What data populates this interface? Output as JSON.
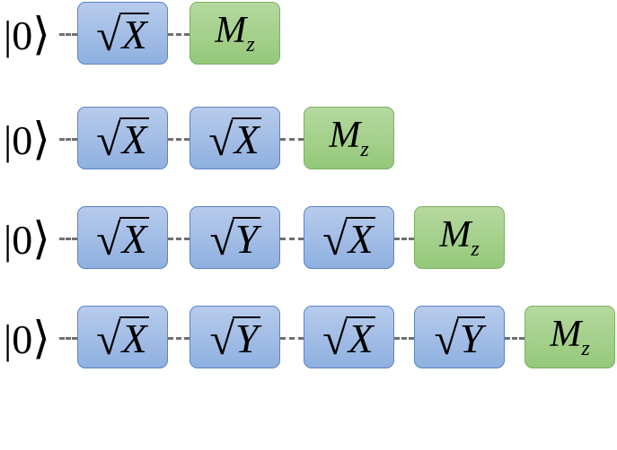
{
  "ket": {
    "open": "|",
    "content": "0",
    "close": "⟩"
  },
  "sqrt_symbol": "√",
  "circuits": [
    {
      "gates": [
        "X"
      ],
      "measure": {
        "label": "M",
        "subscript": "z"
      }
    },
    {
      "gates": [
        "X",
        "X"
      ],
      "measure": {
        "label": "M",
        "subscript": "z"
      }
    },
    {
      "gates": [
        "X",
        "Y",
        "X"
      ],
      "measure": {
        "label": "M",
        "subscript": "z"
      }
    },
    {
      "gates": [
        "X",
        "Y",
        "X",
        "Y"
      ],
      "measure": {
        "label": "M",
        "subscript": "z"
      }
    }
  ],
  "colors": {
    "gate_fill": "#9dbbe6",
    "gate_border": "#5a85c4",
    "measure_fill": "#a5d08c",
    "measure_border": "#7db063",
    "wire": "#6f6f6f"
  }
}
